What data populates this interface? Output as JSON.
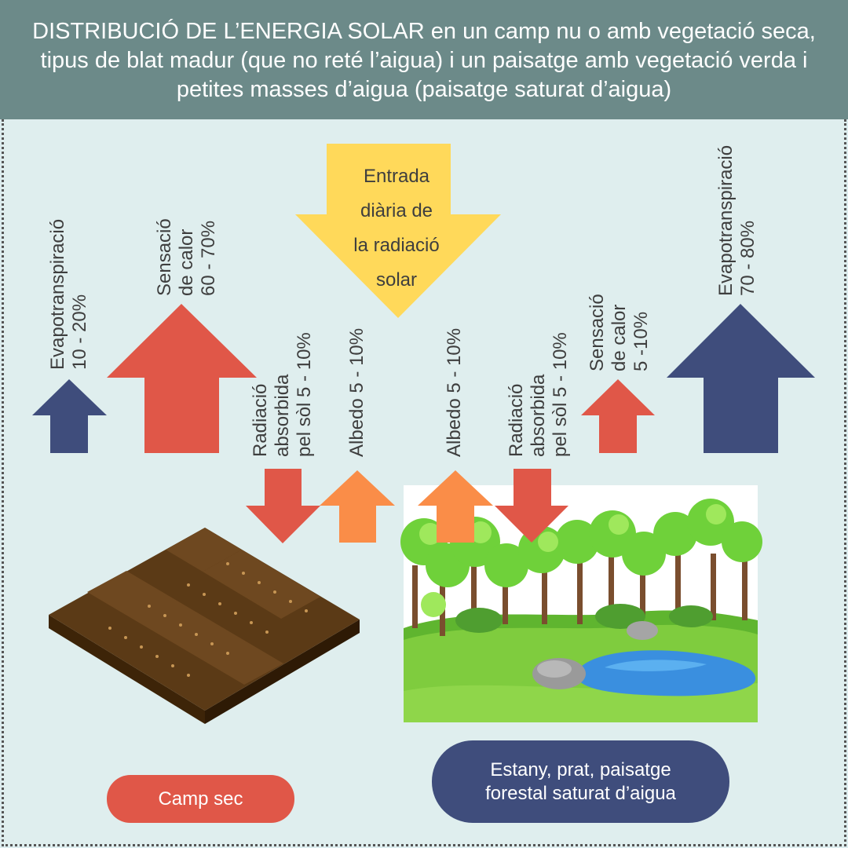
{
  "header": {
    "title_bold": "DISTRIBUCIÓ DE L’ENERGIA SOLAR",
    "title_rest": " en un camp nu o amb vegetació seca, tipus de blat madur (que no reté l’aigua) i un paisatge amb vegetació verda i petites masses d’aigua (paisatge saturat d’aigua)"
  },
  "solar_input": {
    "label": "Entrada\ndiària de\nla radiació\nsolar"
  },
  "left": {
    "evapo": "Evapotranspiració\n10 - 20%",
    "heat": "Sensació\nde calor\n60 - 70%",
    "absorbed": "Radiació\nabsorbida\npel sòl 5 - 10%",
    "albedo": "Albedo 5 - 10%"
  },
  "right": {
    "albedo": "Albedo 5 - 10%",
    "absorbed": "Radiació\nabsorbida\npel sòl 5 - 10%",
    "heat": "Sensació\nde calor\n5 -10%",
    "evapo": "Evapotranspiració\n70 - 80%"
  },
  "captions": {
    "dry_field": "Camp sec",
    "wet_landscape": "Estany, prat, paisatge\nforestal saturat d’aigua"
  },
  "colors": {
    "header": "#6c8a89",
    "background": "#dfeeee",
    "sun": "#ffd95a",
    "heat": "#e05748",
    "evapotranspiration": "#3f4d7c",
    "albedo": "#fa8d48",
    "absorbed": "#e05748",
    "soil": "#5b3a16",
    "grass": "#7fcc3e",
    "water": "#3a8fdf"
  }
}
